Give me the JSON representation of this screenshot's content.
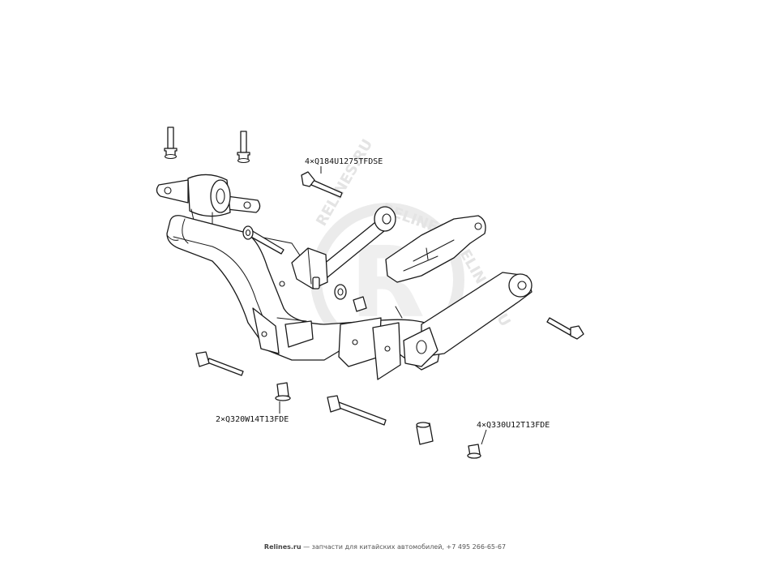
{
  "labels": [
    {
      "text": "4×Q184U1275TFDSE"
    },
    {
      "text": "2×Q320W14T13FDE"
    },
    {
      "text": "4×Q330U12T13FDE"
    }
  ],
  "watermark": {
    "letter": "R",
    "text": "RELINES.RU"
  },
  "footer": {
    "brand": "Relines.ru",
    "rest": " — запчасти для китайских автомобилей, +7 495 266-65-67"
  },
  "colors": {
    "line": "#1a1a1a",
    "watermark": "#d9d9d9",
    "background": "#ffffff"
  }
}
